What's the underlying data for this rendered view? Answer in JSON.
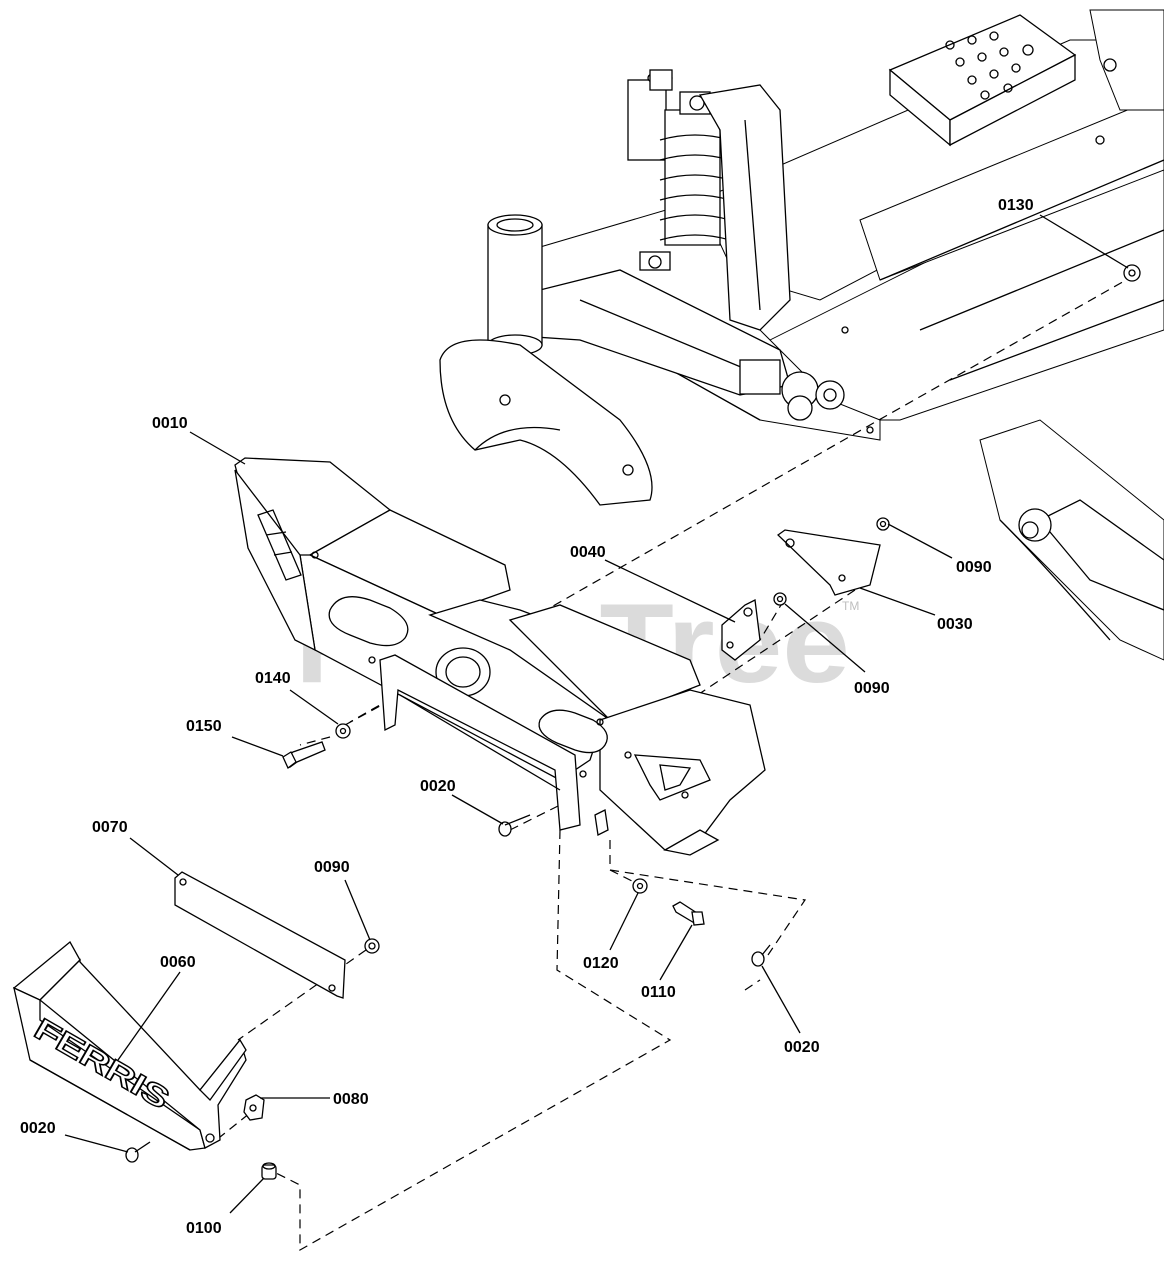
{
  "watermark": {
    "text": "PartsTree",
    "tm": "TM"
  },
  "brand_text": "FERRIS",
  "callouts": {
    "c0010": "0010",
    "c0020_a": "0020",
    "c0020_b": "0020",
    "c0020_c": "0020",
    "c0030": "0030",
    "c0040": "0040",
    "c0060": "0060",
    "c0070": "0070",
    "c0080": "0080",
    "c0090_a": "0090",
    "c0090_b": "0090",
    "c0090_c": "0090",
    "c0100": "0100",
    "c0110": "0110",
    "c0120": "0120",
    "c0130": "0130",
    "c0140": "0140",
    "c0150": "0150"
  }
}
